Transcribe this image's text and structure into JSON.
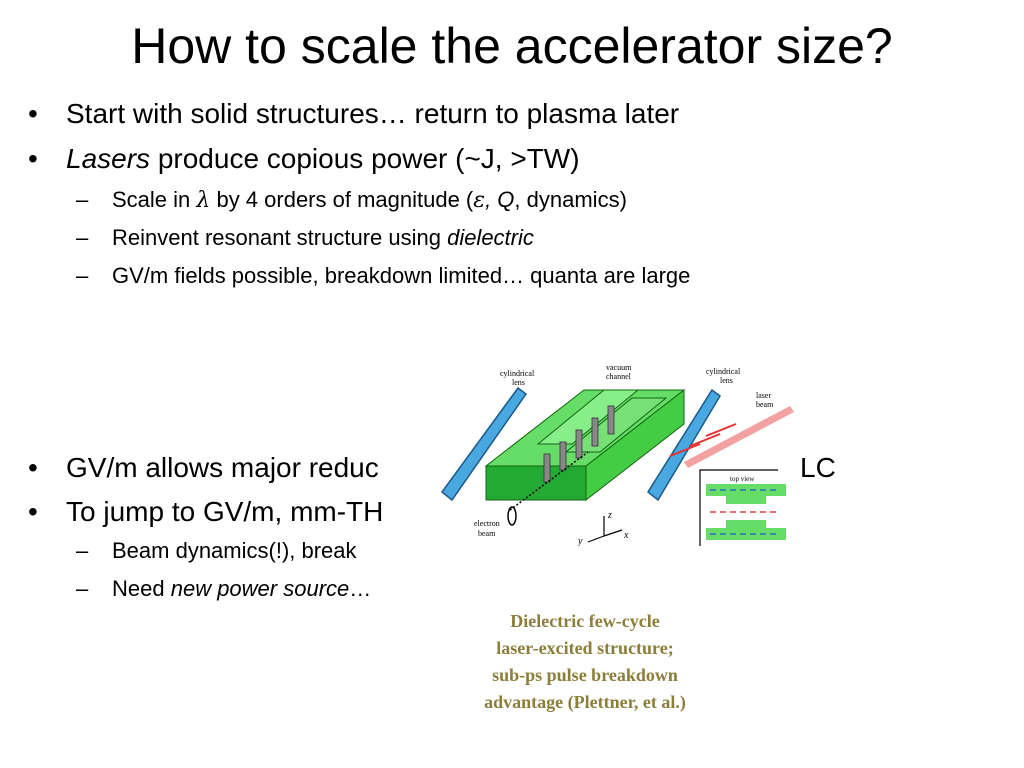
{
  "slide": {
    "title": "How to scale the accelerator size?",
    "bullets_top": [
      {
        "text": "Start with solid structures… return to plasma later"
      },
      {
        "italic": "Lasers",
        "text": " produce copious power (~J, >TW)"
      }
    ],
    "sub_top": [
      {
        "pre": "Scale in ",
        "lambda": "λ",
        "mid": " by 4 orders of magnitude (",
        "eps": "ε",
        "q": ", Q",
        "post": ", dynamics)"
      },
      {
        "pre": "Reinvent resonant structure using ",
        "italic": "dielectric"
      },
      {
        "pre": "GV/m fields possible, breakdown limited… quanta are large"
      }
    ],
    "bullets_bottom": [
      {
        "visible_left": "GV/m allows major reduc",
        "visible_right": "LC"
      },
      {
        "visible_left": "To jump to GV/m, mm-TH"
      }
    ],
    "sub_bottom": [
      {
        "visible_left": "Beam dynamics(!), break"
      },
      {
        "pre": "Need ",
        "italic": "new power source",
        "post": "…"
      }
    ],
    "bullet_char": "•",
    "dash_char": "–"
  },
  "figure": {
    "labels": {
      "cyl_lens_left_1": "cylindrical",
      "cyl_lens_left_2": "lens",
      "vacuum_1": "vacuum",
      "vacuum_2": "channel",
      "cyl_lens_right_1": "cylindrical",
      "cyl_lens_right_2": "lens",
      "laser_1": "laser",
      "laser_2": "beam",
      "top_view": "top view",
      "electron_1": "electron",
      "electron_2": "beam",
      "axis_z": "z",
      "axis_y": "y",
      "axis_x": "x"
    },
    "colors": {
      "green_top": "#66dd66",
      "green_front": "#22aa33",
      "green_side": "#44cc44",
      "lens_blue": "#4aa8e0",
      "laser_red": "#e83030"
    },
    "caption": [
      "Dielectric few-cycle",
      "laser-excited  structure;",
      "sub-ps pulse breakdown",
      "advantage (Plettner, et al.)"
    ]
  }
}
